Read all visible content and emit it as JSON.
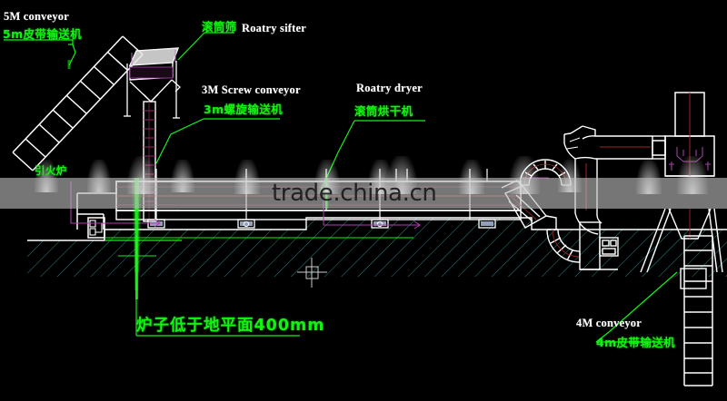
{
  "drawing": {
    "title": "Rotary dryer production line layout drawing",
    "background_color": "#000000",
    "line_color": "#ffffff",
    "accent_colors": {
      "label_cn": "#12f312",
      "label_en": "#ffffff",
      "dimension": "#c040c0",
      "centerline": "#a02020",
      "hatch": "#2f8c8c"
    }
  },
  "watermark": {
    "text": "trade.china.cn",
    "band_color": "#bebebe"
  },
  "labels": [
    {
      "id": "conveyor-5m",
      "en": "5M conveyor",
      "cn": "5m皮带输送机"
    },
    {
      "id": "rotary-sifter",
      "en": "Roatry sifter",
      "cn": "滚筒筛"
    },
    {
      "id": "screw-conveyor-3m",
      "en": "3M Screw conveyor",
      "cn": "3m螺旋输送机"
    },
    {
      "id": "rotary-dryer",
      "en": "Roatry dryer",
      "cn": "滚筒烘干机"
    },
    {
      "id": "ignition-furnace",
      "en": "",
      "cn": "引火炉"
    },
    {
      "id": "furnace-depth-note",
      "en": "",
      "cn": "炉子低于地平面400mm"
    },
    {
      "id": "conveyor-4m",
      "en": "4M conveyor",
      "cn": "4m皮带输送机"
    }
  ]
}
